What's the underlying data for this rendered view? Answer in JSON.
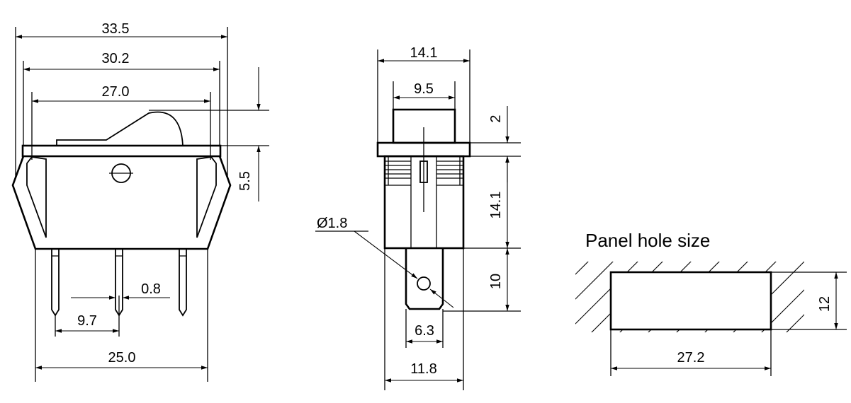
{
  "side_view": {
    "dim_overall_length": "33.5",
    "dim_frame_length": "30.2",
    "dim_rocker_length": "27.0",
    "dim_height": "5.5",
    "dim_pin_width": "0.8",
    "dim_pin_pitch": "9.7",
    "dim_pin_span": "25.0"
  },
  "end_view": {
    "dim_flange_width": "14.1",
    "dim_actuator_width": "9.5",
    "dim_actuator_height": "2",
    "dim_body_height": "14.1",
    "dim_terminal_length": "10",
    "dim_hole_dia": "Ø1.8",
    "dim_terminal_width": "6.3",
    "dim_body_width": "11.8"
  },
  "panel": {
    "title": "Panel hole size",
    "dim_width": "27.2",
    "dim_height": "12"
  }
}
